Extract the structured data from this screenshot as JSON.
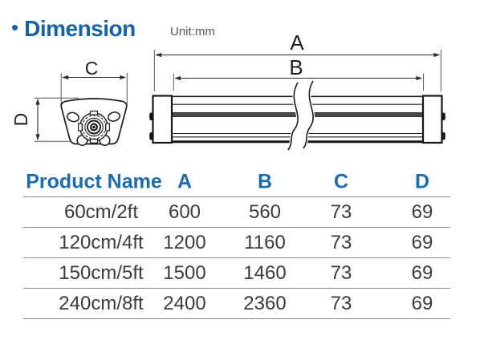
{
  "header": {
    "bullet": "•",
    "title": "Dimension",
    "unit_label": "Unit:mm"
  },
  "diagram": {
    "dim_labels": {
      "a": "A",
      "b": "B",
      "c": "C",
      "d": "D"
    }
  },
  "table": {
    "columns": [
      "Product Name",
      "A",
      "B",
      "C",
      "D"
    ],
    "rows": [
      {
        "name": "60cm/2ft",
        "a": "600",
        "b": "560",
        "c": "73",
        "d": "69"
      },
      {
        "name": "120cm/4ft",
        "a": "1200",
        "b": "1160",
        "c": "73",
        "d": "69"
      },
      {
        "name": "150cm/5ft",
        "a": "1500",
        "b": "1460",
        "c": "73",
        "d": "69"
      },
      {
        "name": "240cm/8ft",
        "a": "2400",
        "b": "2360",
        "c": "73",
        "d": "69"
      }
    ]
  },
  "colors": {
    "title_blue": "#1563a7",
    "header_blue": "#1a6cb2",
    "text_dark": "#3b3b3b",
    "separator_gray": "#8a8a8a",
    "drawing_stroke": "#1c1c1c"
  }
}
